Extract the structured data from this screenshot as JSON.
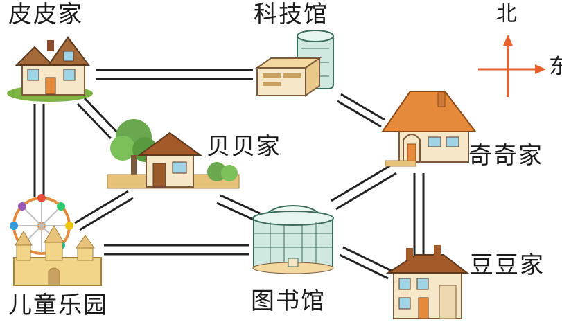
{
  "places": {
    "pipi_home": "皮皮家",
    "science_museum": "科技馆",
    "beibei_home": "贝贝家",
    "qiqi_home": "奇奇家",
    "doudou_home": "豆豆家",
    "library": "图书馆",
    "playground": "儿童乐园"
  },
  "compass": {
    "north": "北",
    "east": "东",
    "color": "#e8612c"
  },
  "colors": {
    "road": "#222222",
    "roof": "#e58a3a",
    "wall": "#f6e7c8",
    "tree": "#6aa84f",
    "glass": "#cfe9e0"
  }
}
